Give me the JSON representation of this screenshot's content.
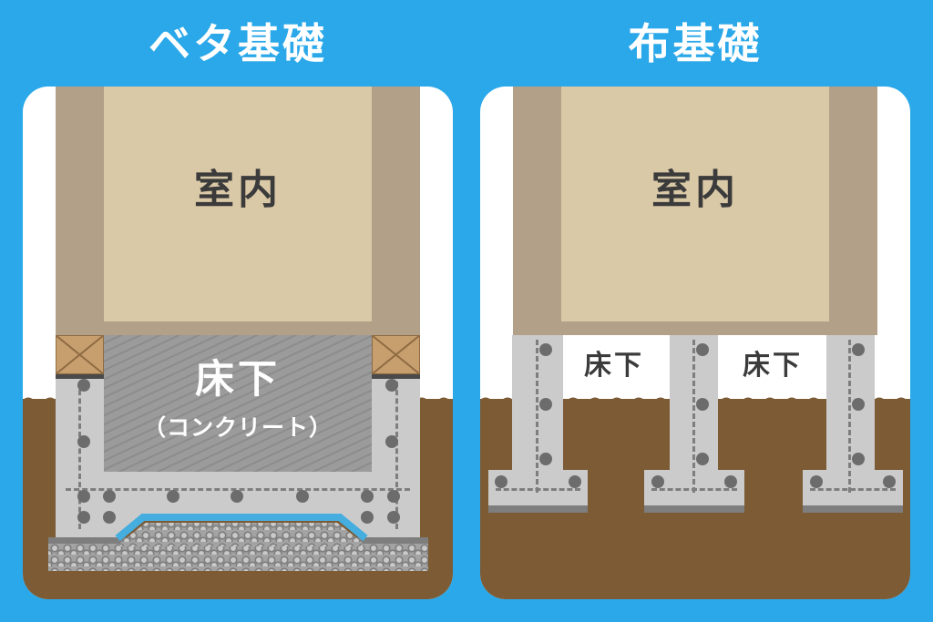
{
  "panels": {
    "beta": {
      "title": "ベタ基礎",
      "room_label": "室内",
      "underfloor_label": "床下",
      "underfloor_sublabel": "（コンクリート）"
    },
    "nuno": {
      "title": "布基礎",
      "room_label": "室内",
      "underfloor_label_1": "床下",
      "underfloor_label_2": "床下"
    }
  },
  "colors": {
    "blue_bg": "#2BA8E9",
    "panel": "#FFFFFF",
    "wall": "#B3A089",
    "interior": "#DAC9A7",
    "wood": "#C79F6F",
    "wood_line": "#8F6B42",
    "gasket": "#4A4A4A",
    "concrete": "#CBCBCB",
    "concrete_dark": "#9B9B9B",
    "hatch_line": "#8C8C8C",
    "rebar": "#7E7E7E",
    "rebar_dot": "#6C6C6C",
    "base_strip": "#7E7E7E",
    "soil": "#7C5B35",
    "gravel_base": "#A3A3A3",
    "pebble_light": "#CACACA",
    "pebble_dark": "#7F7F7F",
    "liner_blue": "#45AEDF",
    "text_dark": "#3B3B3B",
    "text_light": "#FFFFFF"
  }
}
